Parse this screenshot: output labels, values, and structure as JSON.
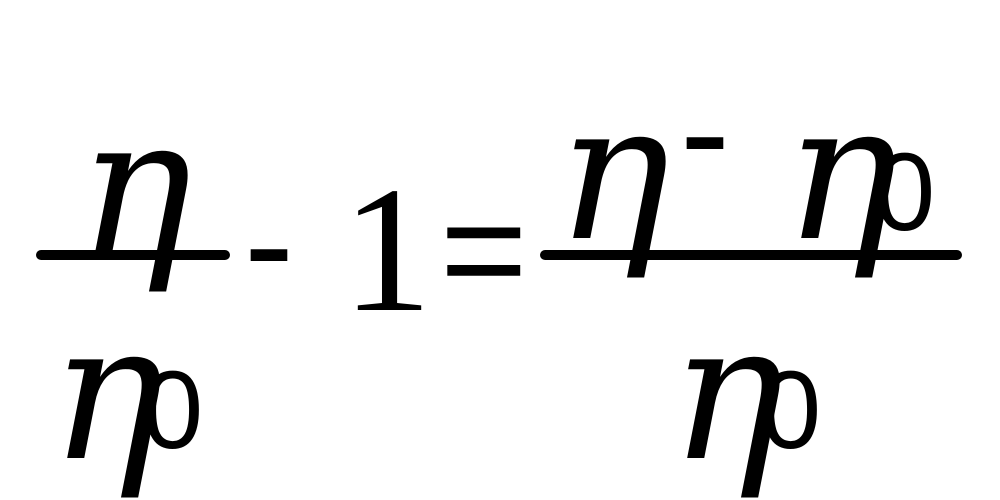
{
  "equation": {
    "left_fraction": {
      "numerator": "η",
      "denominator_symbol": "η",
      "denominator_subscript": "0"
    },
    "minus": "-",
    "one": "1",
    "equals": "=",
    "right_fraction": {
      "numerator_term1": "η",
      "numerator_minus": "-",
      "numerator_term2_symbol": "η",
      "numerator_term2_subscript": "0",
      "denominator_symbol": "η",
      "denominator_subscript": "0"
    }
  }
}
